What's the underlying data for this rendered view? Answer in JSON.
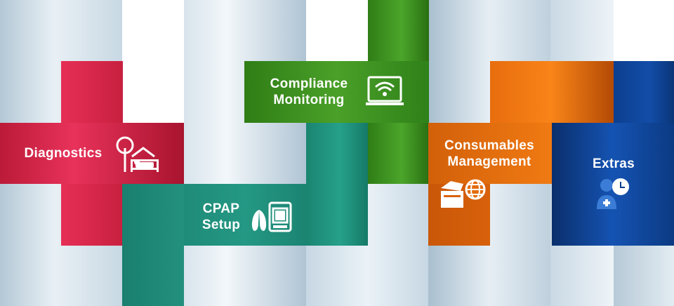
{
  "tiles": {
    "diagnostics": {
      "label": "Diagnostics"
    },
    "compliance": {
      "line1": "Compliance",
      "line2": "Monitoring"
    },
    "cpap": {
      "line1": "CPAP",
      "line2": "Setup"
    },
    "consumables": {
      "line1": "Consumables",
      "line2": "Management"
    },
    "extras": {
      "label": "Extras"
    }
  },
  "colors": {
    "diagnostics": "#c8203f",
    "compliance": "#3a8d1c",
    "cpap": "#1f8a78",
    "consumables": "#e2660c",
    "extras": "#0b3d8c",
    "background_column": "#dce8f0"
  },
  "icons": {
    "diagnostics": "tree-house-bed-icon",
    "compliance": "wifi-laptop-icon",
    "cpap": "lungs-device-icon",
    "consumables": "box-globe-icon",
    "extras": "user-clock-icon"
  }
}
